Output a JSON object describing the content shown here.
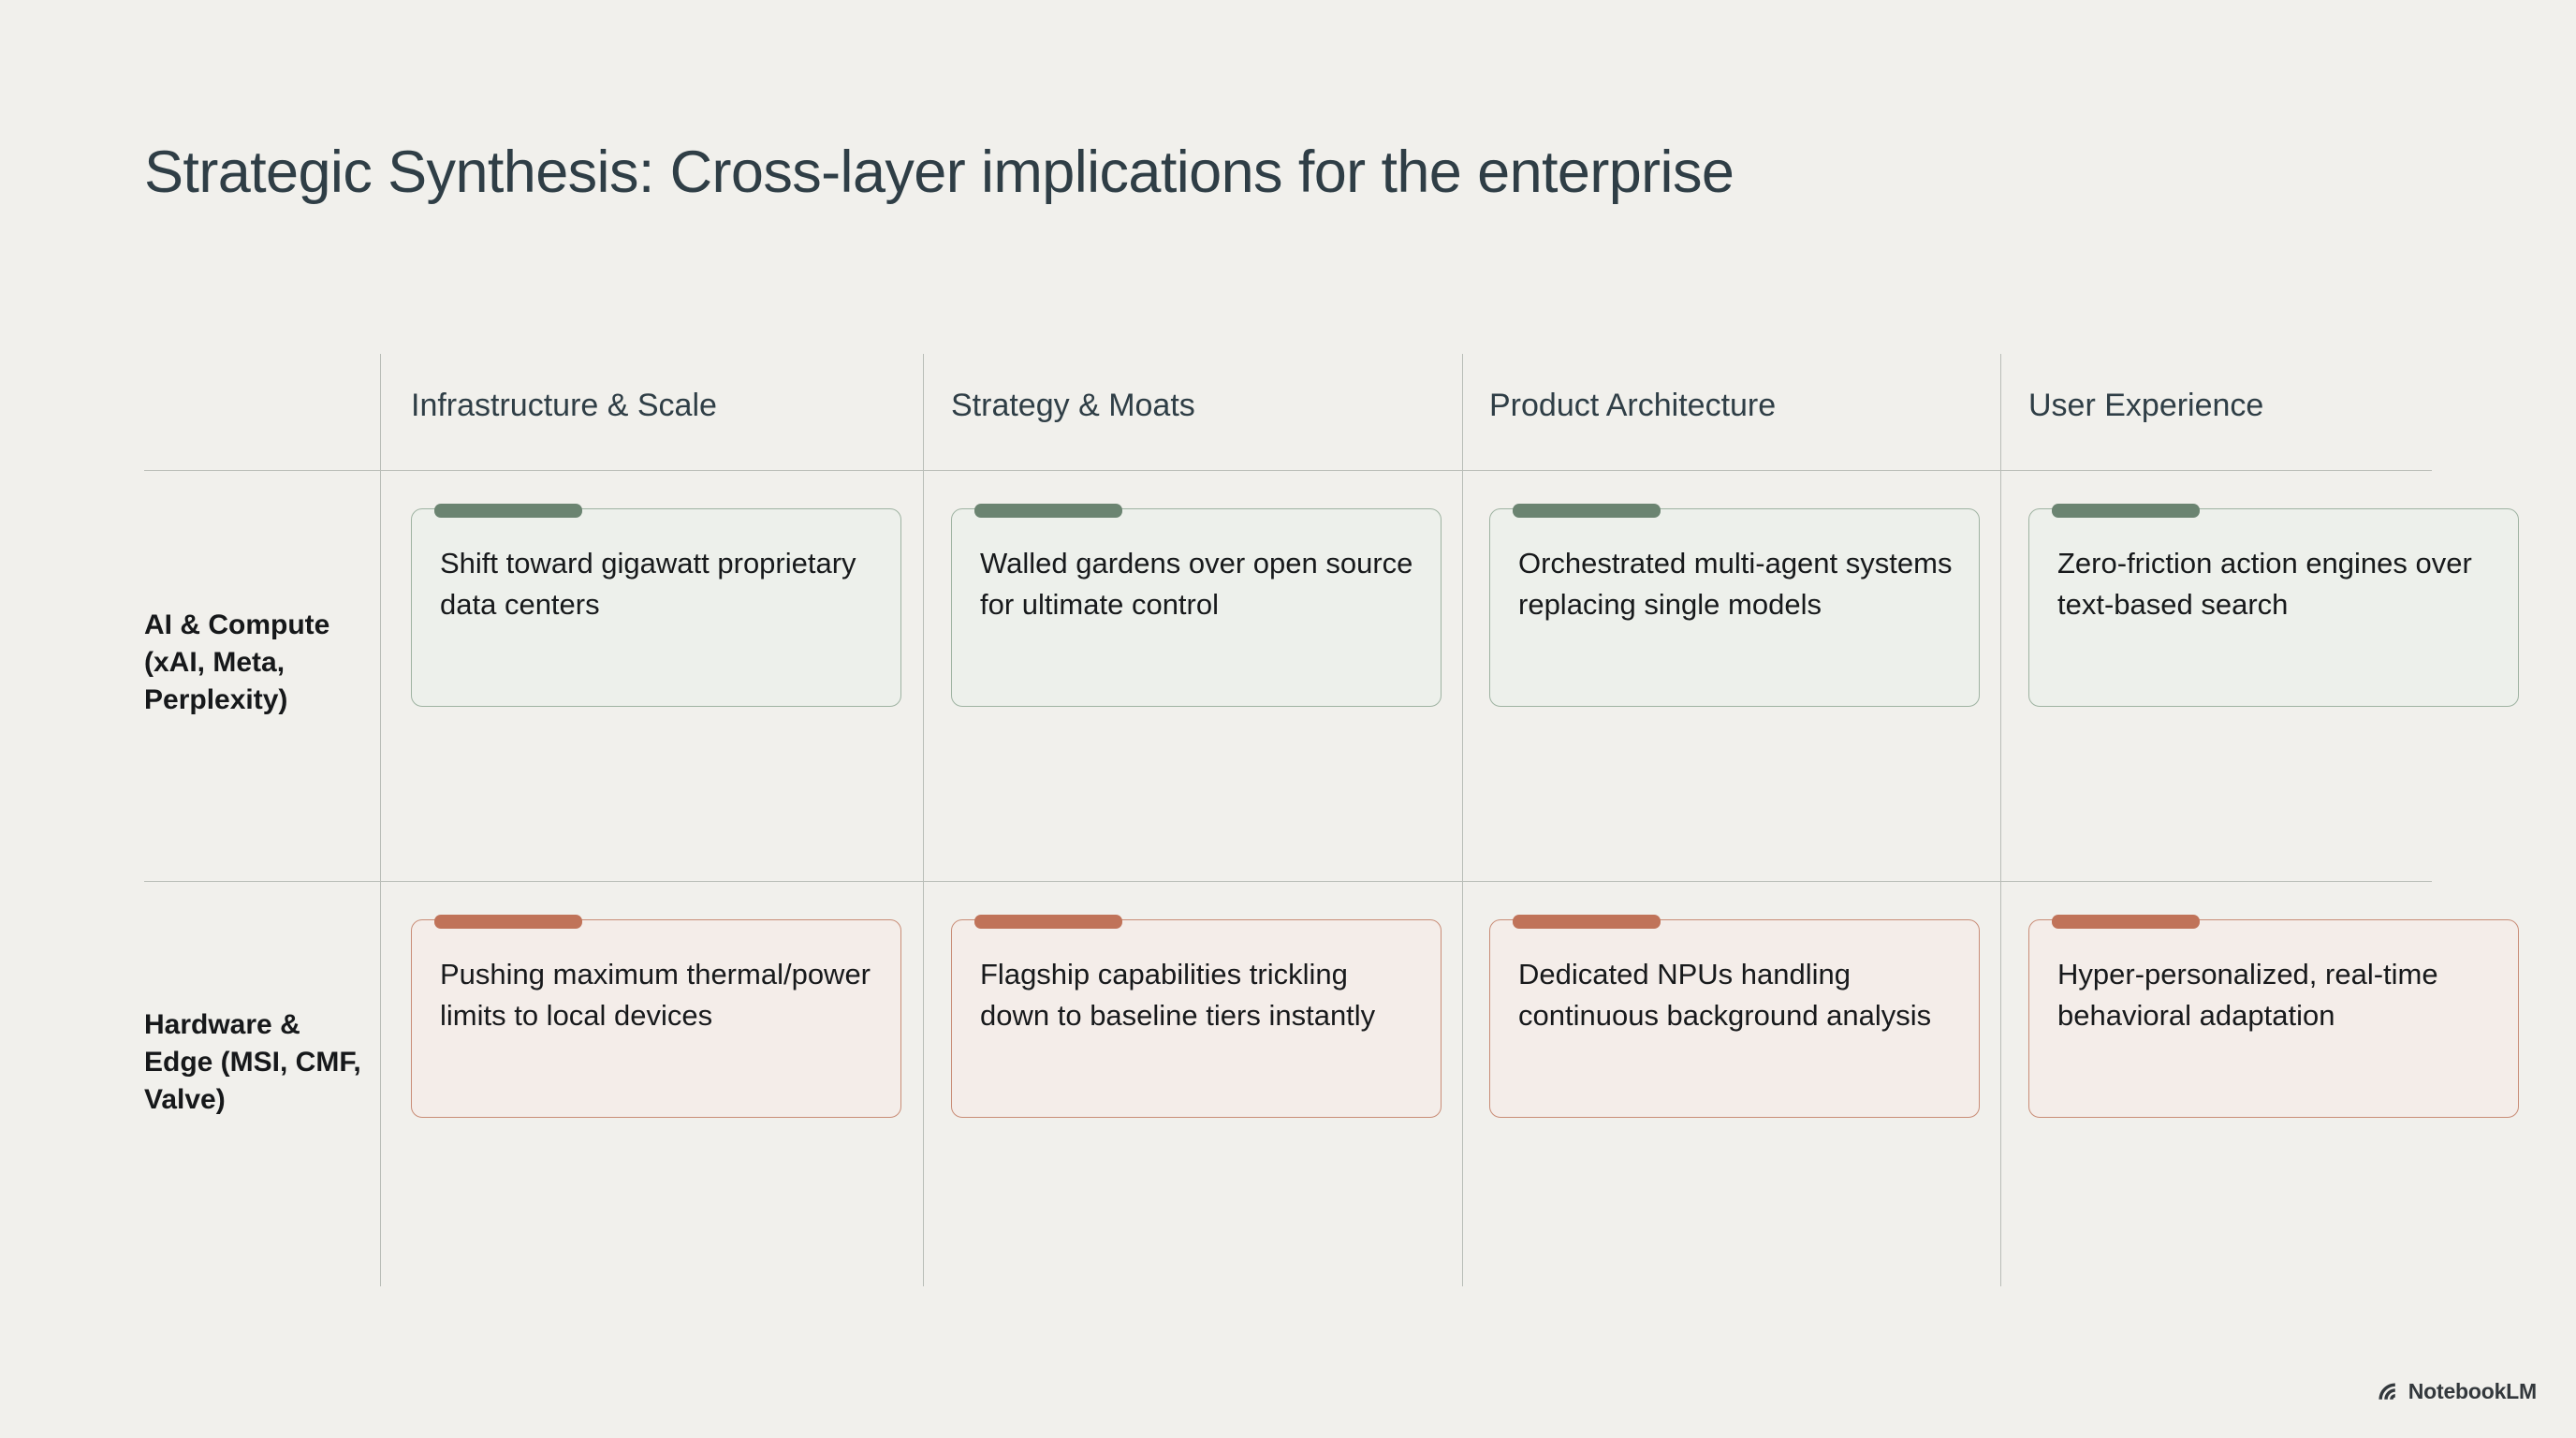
{
  "slide": {
    "title": "Strategic Synthesis: Cross-layer implications for the enterprise",
    "background_color": "#F1F0EC",
    "title_color": "#2F3E46"
  },
  "matrix": {
    "corner_label": "",
    "columns": [
      {
        "label": "Infrastructure & Scale"
      },
      {
        "label": "Strategy & Moats"
      },
      {
        "label": "Product Architecture"
      },
      {
        "label": "User Experience"
      }
    ],
    "rows": [
      {
        "label": "AI & Compute (xAI, Meta, Perplexity)",
        "accent_color": "#6B8471",
        "card_fill": "#EDF0EB",
        "card_border": "#9FB3A2",
        "cells": [
          "Shift toward gigawatt proprietary data centers",
          "Walled gardens over open source for ultimate control",
          "Orchestrated multi-agent systems replacing single models",
          "Zero-friction action engines over text-based search"
        ]
      },
      {
        "label": "Hardware & Edge (MSI, CMF, Valve)",
        "accent_color": "#C07359",
        "card_fill": "#F4EDE9",
        "card_border": "#C98D77",
        "cells": [
          "Pushing maximum thermal/power limits to local devices",
          "Flagship capabilities trickling down to baseline tiers instantly",
          "Dedicated NPUs handling continuous background analysis",
          "Hyper-personalized, real-time behavioral adaptation"
        ]
      }
    ]
  },
  "watermark": {
    "label": "NotebookLM",
    "icon": "notebooklm-spiral-icon"
  }
}
